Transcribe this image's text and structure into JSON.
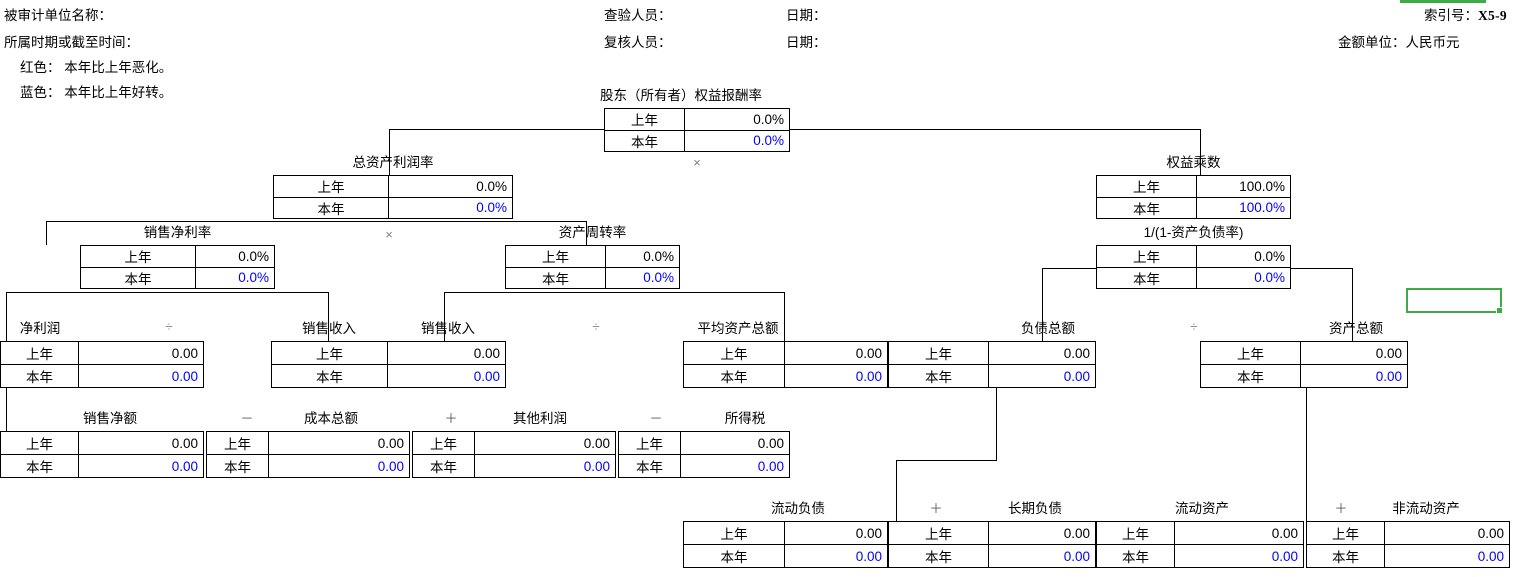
{
  "header": {
    "entity_label": "被审计单位名称：",
    "period_label": "所属时期或截至时间：",
    "legend_red": "红色：  本年比上年恶化。",
    "legend_blue": "蓝色：  本年比上年好转。",
    "checker_label": "查验人员：",
    "reviewer_label": "复核人员：",
    "date_label_1": "日期：",
    "date_label_2": "日期：",
    "index_label": "索引号：",
    "index_value": "X5-9",
    "currency_label": "金额单位：人民币元"
  },
  "row_labels": {
    "prev": "上年",
    "cur": "本年"
  },
  "colors": {
    "prev_value": "#000000",
    "cur_value": "#0000ff",
    "operator": "#7f7f7f",
    "selection": "#3faa46",
    "border": "#000000"
  },
  "operators": {
    "mult_top": "×",
    "mult_mid": "×",
    "div_net_profit": "÷",
    "div_revenue": "÷",
    "div_assets": "÷",
    "minus_cost": "－",
    "plus_other": "＋",
    "minus_tax": "－",
    "plus_liab": "＋",
    "plus_asset": "＋"
  },
  "nodes": {
    "roe": {
      "title": "股东（所有者）权益报酬率",
      "prev": "0.0%",
      "cur": "0.0%"
    },
    "roa": {
      "title": "总资产利润率",
      "prev": "0.0%",
      "cur": "0.0%"
    },
    "equity_mult": {
      "title": "权益乘数",
      "prev": "100.0%",
      "cur": "100.0%"
    },
    "one_minus_debt": {
      "title": "1/(1-资产负债率)",
      "prev": "0.0%",
      "cur": "0.0%"
    },
    "net_margin": {
      "title": "销售净利率",
      "prev": "0.0%",
      "cur": "0.0%"
    },
    "asset_turn": {
      "title": "资产周转率",
      "prev": "0.0%",
      "cur": "0.0%"
    },
    "net_profit": {
      "title": "净利润",
      "prev": "0.00",
      "cur": "0.00"
    },
    "revenue_left": {
      "title": "销售收入",
      "prev": "0.00",
      "cur": "0.00"
    },
    "revenue_right": {
      "title": "销售收入",
      "prev": "0.00",
      "cur": "0.00"
    },
    "avg_assets": {
      "title": "平均资产总额",
      "prev": "0.00",
      "cur": "0.00"
    },
    "total_liab": {
      "title": "负债总额",
      "prev": "0.00",
      "cur": "0.00"
    },
    "total_assets": {
      "title": "资产总额",
      "prev": "0.00",
      "cur": "0.00"
    },
    "net_sales": {
      "title": "销售净额",
      "prev": "0.00",
      "cur": "0.00"
    },
    "total_cost": {
      "title": "成本总额",
      "prev": "0.00",
      "cur": "0.00"
    },
    "other_profit": {
      "title": "其他利润",
      "prev": "0.00",
      "cur": "0.00"
    },
    "income_tax": {
      "title": "所得税",
      "prev": "0.00",
      "cur": "0.00"
    },
    "cur_liab": {
      "title": "流动负债",
      "prev": "0.00",
      "cur": "0.00"
    },
    "long_liab": {
      "title": "长期负债",
      "prev": "0.00",
      "cur": "0.00"
    },
    "cur_assets": {
      "title": "流动资产",
      "prev": "0.00",
      "cur": "0.00"
    },
    "noncur_assets": {
      "title": "非流动资产",
      "prev": "0.00",
      "cur": "0.00"
    }
  }
}
